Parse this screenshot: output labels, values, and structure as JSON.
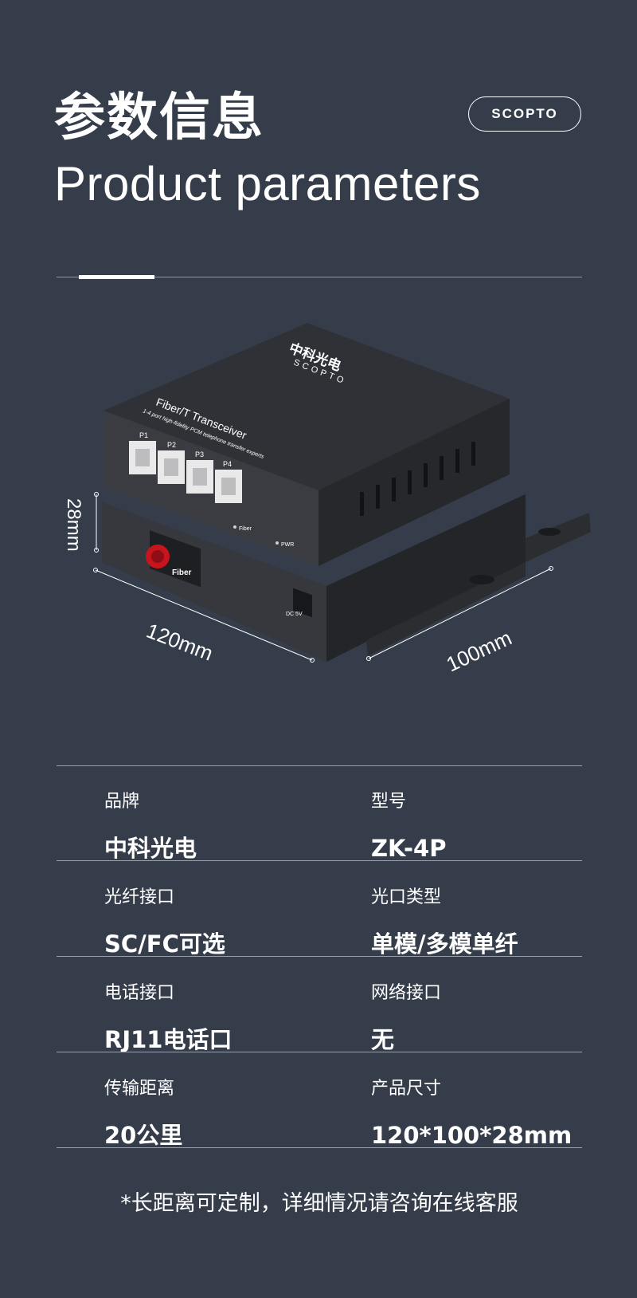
{
  "header": {
    "title_cn": "参数信息",
    "title_en": "Product parameters",
    "brand_badge": "SCOPTO"
  },
  "product_image": {
    "logo_cn": "中科光电",
    "logo_en": "SCOPTO",
    "panel_title": "Fiber/T Transceiver",
    "panel_subtitle": "1-4 port high-fidelity PCM telephone transfer experts",
    "port_labels": [
      "P1",
      "P2",
      "P3",
      "P4"
    ],
    "indicator_fiber": "Fiber",
    "indicator_pwr": "PWR",
    "fiber_port_label": "Fiber",
    "dc_label": "DC 5V",
    "dim_height": "28mm",
    "dim_length": "120mm",
    "dim_width": "100mm"
  },
  "specs": [
    {
      "left": {
        "label": "品牌",
        "value": "中科光电"
      },
      "right": {
        "label": "型号",
        "value": "ZK-4P"
      }
    },
    {
      "left": {
        "label": "光纤接口",
        "value": "SC/FC可选"
      },
      "right": {
        "label": "光口类型",
        "value": "单模/多模单纤"
      }
    },
    {
      "left": {
        "label": "电话接口",
        "value": "RJ11电话口"
      },
      "right": {
        "label": "网络接口",
        "value": "无"
      }
    },
    {
      "left": {
        "label": "传输距离",
        "value": "20公里"
      },
      "right": {
        "label": "产品尺寸",
        "value": "120*100*28mm"
      }
    }
  ],
  "footnote": "*长距离可定制，详细情况请咨询在线客服",
  "colors": {
    "background": "#353d4b",
    "device": "#2e2f33",
    "fiber_connector": "#c8141c"
  }
}
